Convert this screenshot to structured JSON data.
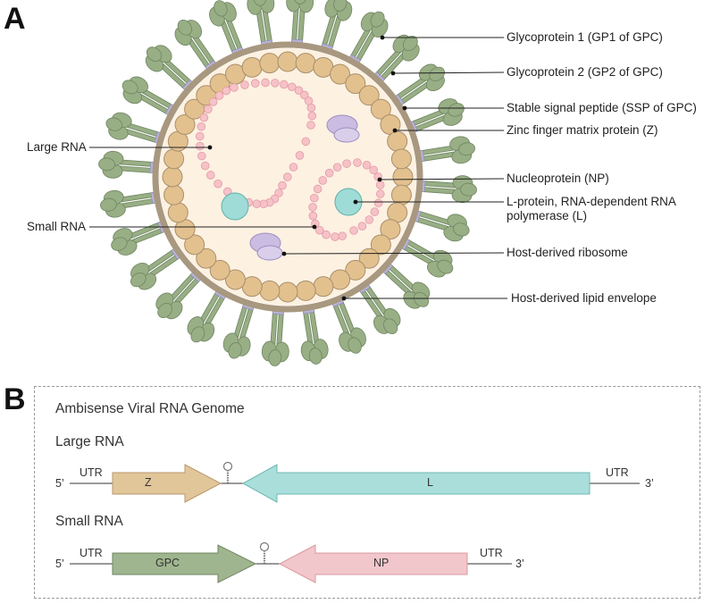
{
  "panel_a": {
    "letter": "A",
    "labels": {
      "gp1": "Glycoprotein 1 (GP1 of GPC)",
      "gp2": "Glycoprotein 2 (GP2 of GPC)",
      "ssp": "Stable signal peptide (SSP of GPC)",
      "z": "Zinc finger matrix protein (Z)",
      "np": "Nucleoprotein (NP)",
      "l_line1": "L-protein, RNA-dependent RNA",
      "l_line2": "polymerase (L)",
      "ribosome": "Host-derived ribosome",
      "envelope": "Host-derived lipid envelope",
      "large_rna": "Large RNA",
      "small_rna": "Small RNA"
    }
  },
  "panel_b": {
    "letter": "B",
    "title": "Ambisense Viral RNA Genome",
    "large": {
      "heading": "Large RNA",
      "five_prime": "5’",
      "three_prime": "3’",
      "utr_left": "UTR",
      "utr_right": "UTR",
      "gene_forward": "Z",
      "gene_reverse": "L"
    },
    "small": {
      "heading": "Small RNA",
      "five_prime": "5’",
      "three_prime": "3’",
      "utr_left": "UTR",
      "utr_right": "UTR",
      "gene_forward": "GPC",
      "gene_reverse": "NP"
    }
  },
  "colors": {
    "envelope": "#a89880",
    "matrix_bead": "#e3c18f",
    "interior": "#fdf1e2",
    "glycoprotein": "#98ae85",
    "rna_bead": "#f5c2c8",
    "polymerase": "#9fdcd7",
    "ribosome": "#cbbde2",
    "gene_z": "#e1c699",
    "gene_l": "#a9dedb",
    "gene_gpc": "#9fb58f",
    "gene_np": "#f2c7cb"
  }
}
